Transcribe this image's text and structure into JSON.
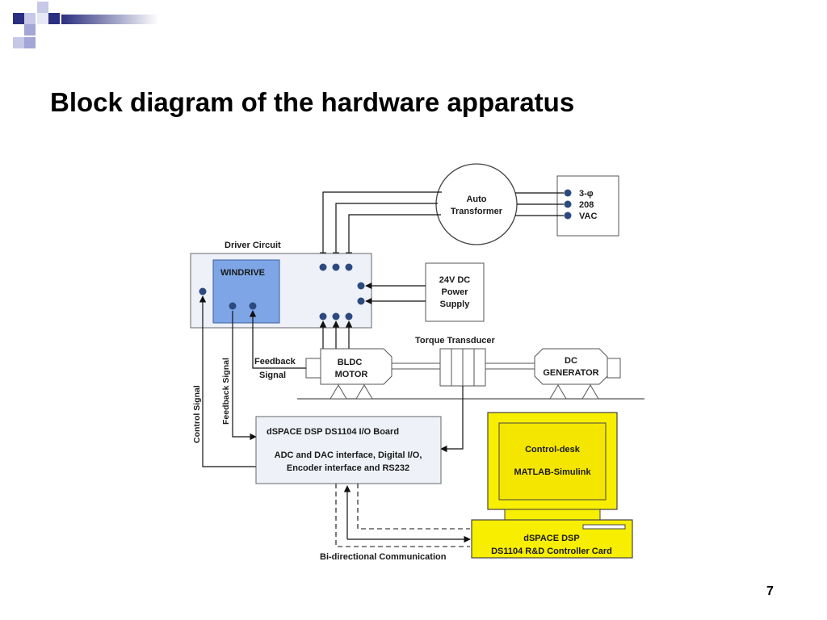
{
  "slide": {
    "title": "Block diagram of the hardware apparatus",
    "page_number": "7",
    "colors": {
      "accent_dark": "#2b2f7f",
      "accent_light": "#a3a6d6",
      "terminal": "#2c4a7e"
    }
  },
  "diagram": {
    "auto_transformer": {
      "line1": "Auto",
      "line2": "Transformer"
    },
    "supply": {
      "line1": "3-φ",
      "line2": "208",
      "line3": "VAC"
    },
    "driver_circuit": {
      "label": "Driver Circuit",
      "windrive": "WINDRIVE"
    },
    "power_supply": {
      "line1": "24V DC",
      "line2": "Power",
      "line3": "Supply"
    },
    "torque_transducer": "Torque Transducer",
    "motor": {
      "line1": "BLDC",
      "line2": "MOTOR"
    },
    "generator": {
      "line1": "DC",
      "line2": "GENERATOR"
    },
    "labels": {
      "feedback_line1": "Feedback",
      "feedback_line2": "Signal",
      "feedback_signal_vertical": "Feedback Signal",
      "control_signal_vertical": "Control Signal",
      "bidirectional": "Bi-directional Communication"
    },
    "io_board": {
      "title": "dSPACE DSP DS1104 I/O Board",
      "line1": "ADC and DAC interface, Digital I/O,",
      "line2": "Encoder interface and RS232"
    },
    "computer": {
      "line1": "Control-desk",
      "line2": "MATLAB-Simulink"
    },
    "controller_card": {
      "line1": "dSPACE DSP",
      "line2": "DS1104 R&D Controller Card"
    }
  }
}
